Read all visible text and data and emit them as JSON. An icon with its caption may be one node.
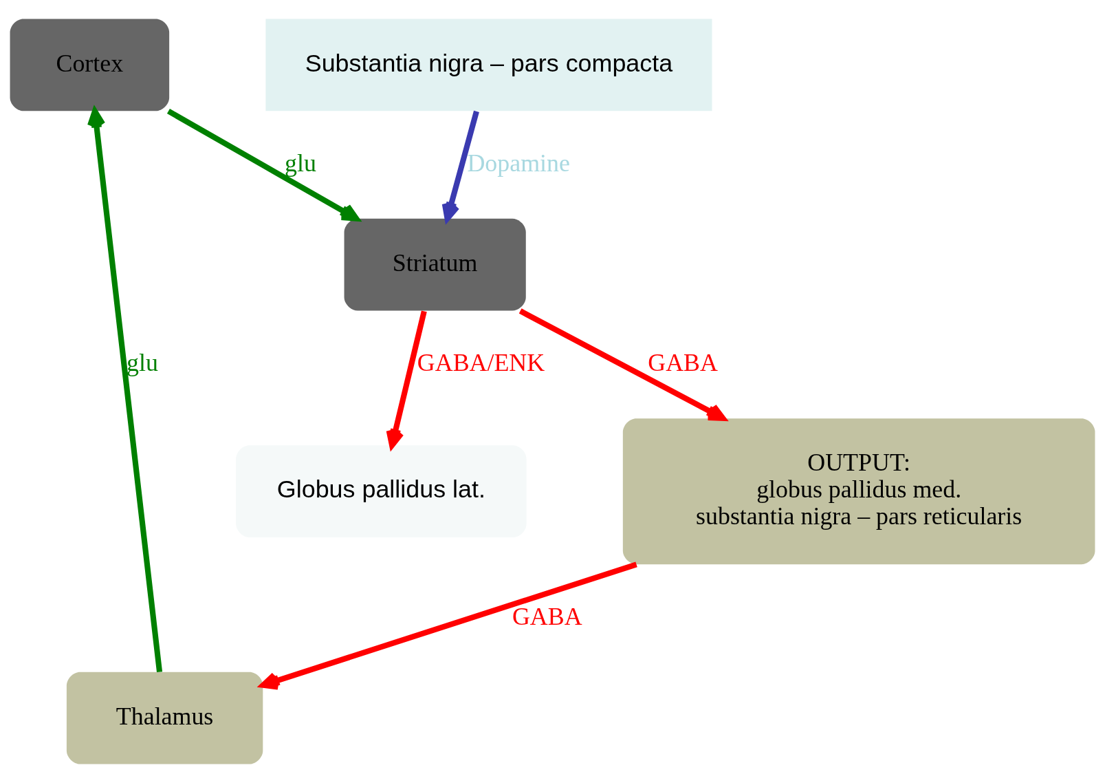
{
  "diagram": {
    "nodes": [
      {
        "text": [
          "Cortex"
        ]
      },
      {
        "text": [
          "Thalamus"
        ]
      },
      {
        "text": [
          "Striatum"
        ]
      },
      {
        "text": [
          "OUTPUT:",
          "globus pallidus med.",
          "substantia nigra – pars reticularis"
        ]
      },
      {
        "text": [
          "Globus pallidus lat."
        ]
      },
      {
        "text": [
          "Substantia nigra – pars compacta"
        ]
      }
    ],
    "edges": [
      {
        "from": 0,
        "to": 2,
        "arrow": "to",
        "label": "glu",
        "color": "#008000"
      },
      {
        "from": 1,
        "to": 0,
        "arrow": "to",
        "label": "glu",
        "color": "#008000"
      },
      {
        "from": 2,
        "to": 3,
        "arrow": "to",
        "label": "GABA"
      },
      {
        "from": 3,
        "to": 1,
        "arrow": "to",
        "label": "GABA"
      },
      {
        "from": 2,
        "to": 4,
        "arrow": "to",
        "label": "GABA/ENK"
      },
      {
        "from": 5,
        "to": 2,
        "arrow": "to",
        "label": "Dopamine",
        "color": "#3a3ab0"
      }
    ]
  }
}
